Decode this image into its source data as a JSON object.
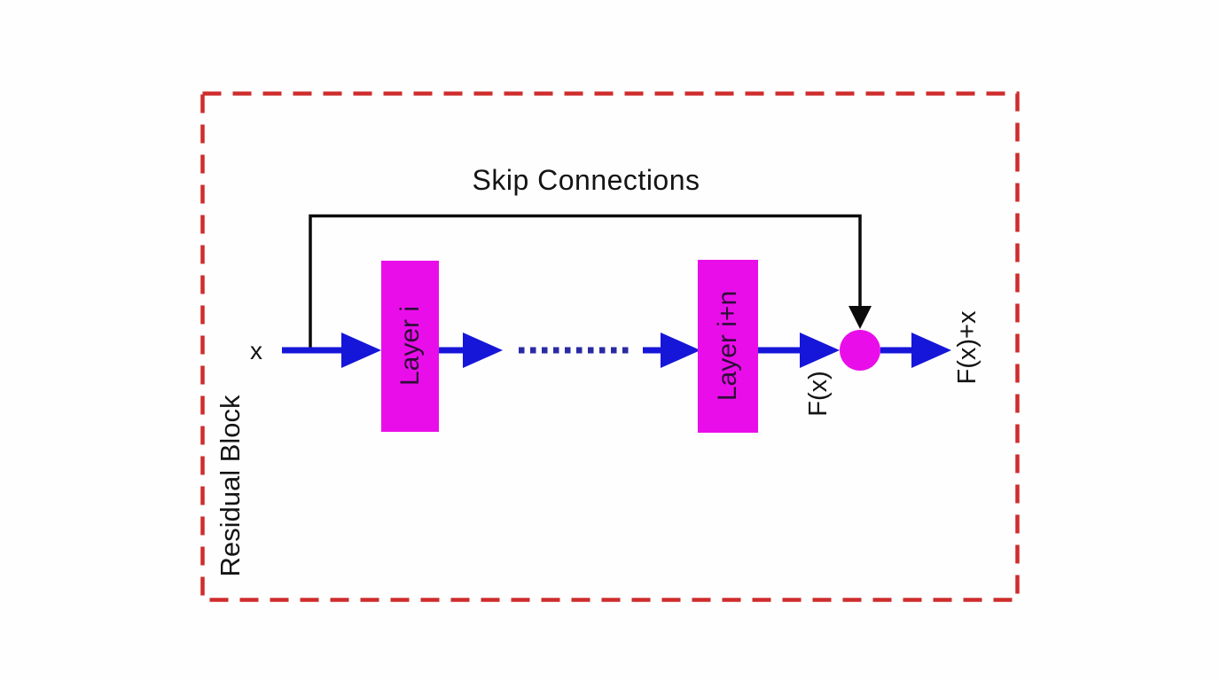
{
  "diagram": {
    "title": "Skip Connections",
    "container_label": "Residual Block",
    "input_label": "x",
    "layers": [
      {
        "label": "Layer i"
      },
      {
        "label": "Layer i+n"
      }
    ],
    "sum_input_label": "F(x)",
    "output_label": "F(x)+x",
    "colors": {
      "border_red": "#cf2c2c",
      "arrow_blue": "#1616d9",
      "dotted_navy": "#2a2aa3",
      "block_magenta": "#e90ee9",
      "line_black": "#0b0b0b",
      "background": "#fefefe"
    }
  }
}
